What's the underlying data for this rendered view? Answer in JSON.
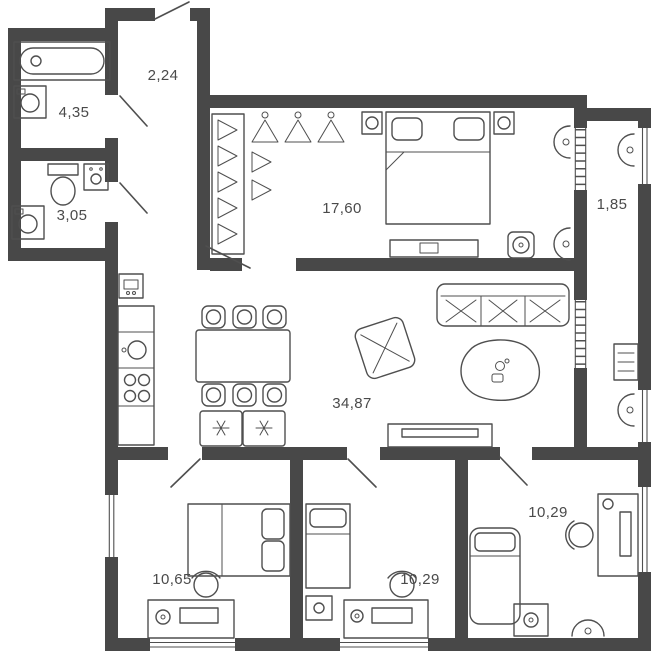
{
  "colors": {
    "background": "#ffffff",
    "wall": "#484848",
    "line": "#4f4f4f",
    "label": "#4a4a4a"
  },
  "rooms": [
    {
      "id": "hallway",
      "area_label": "2,24"
    },
    {
      "id": "bathroom",
      "area_label": "4,35"
    },
    {
      "id": "wc",
      "area_label": "3,05"
    },
    {
      "id": "bedroom",
      "area_label": "17,60"
    },
    {
      "id": "balcony",
      "area_label": "1,85"
    },
    {
      "id": "living-kitchen",
      "area_label": "34,87"
    },
    {
      "id": "bedroom-left",
      "area_label": "10,65"
    },
    {
      "id": "bedroom-middle",
      "area_label": "10,29"
    },
    {
      "id": "bedroom-right",
      "area_label": "10,29"
    }
  ],
  "fixtures": {
    "bathroom": [
      "bathtub-icon",
      "washing-machine-icon"
    ],
    "wc": [
      "toilet-icon",
      "sink-icon",
      "washing-machine-icon"
    ],
    "kitchen": [
      "electrical-panel-icon",
      "kitchen-counter-icon",
      "kitchen-sink-icon",
      "stove-icon",
      "washer-dryer-pair-icon"
    ],
    "living": [
      "dining-table-icon",
      "chair-icon",
      "armchair-icon",
      "sofa-icon",
      "coffee-table-icon",
      "tv-console-icon"
    ],
    "bedroom": [
      "wardrobe-icon",
      "hanger-icon",
      "double-bed-icon",
      "nightstand-icon",
      "dresser-icon",
      "pouf-icon",
      "wall-lamp-icon"
    ],
    "balcony": [
      "wall-lamp-icon",
      "ac-unit-icon"
    ],
    "bedroom_left": [
      "double-bed-icon",
      "desk-icon",
      "desk-chair-icon",
      "desk-lamp-icon"
    ],
    "bedroom_middle": [
      "single-bed-icon",
      "nightstand-icon",
      "desk-icon",
      "desk-chair-icon"
    ],
    "bedroom_right": [
      "single-bed-icon",
      "desk-icon",
      "desk-chair-icon",
      "cabinet-icon",
      "wall-lamp-icon"
    ]
  }
}
